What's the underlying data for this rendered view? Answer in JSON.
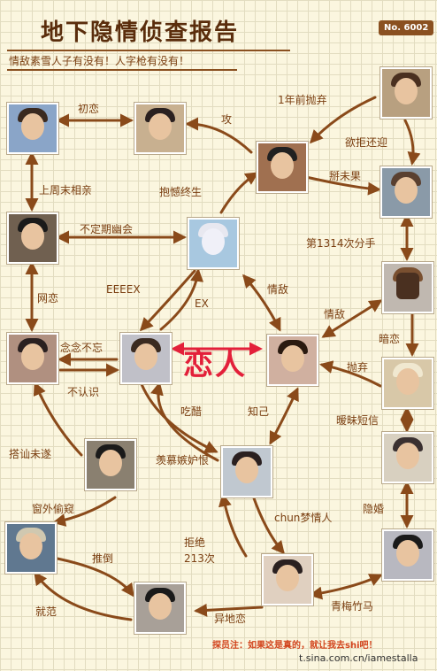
{
  "header": {
    "title": "地下隐情侦查报告",
    "subtitle": "情敌素雪人子有没有！人字枪有没有！",
    "badge": "No. 6002"
  },
  "center_label": "恋人",
  "footnote": "探员注：如果这是真的，就让我去shi吧！",
  "credit": "t.sina.com.cn/iamestalla",
  "edges": [
    {
      "label": "初恋"
    },
    {
      "label": "攻"
    },
    {
      "label": "1年前抛弃"
    },
    {
      "label": "欲拒还迎"
    },
    {
      "label": "上周末相亲"
    },
    {
      "label": "抱憾终生"
    },
    {
      "label": "掰未果"
    },
    {
      "label": "不定期幽会"
    },
    {
      "label": "第1314次分手"
    },
    {
      "label": "网恋"
    },
    {
      "label": "EEEEX"
    },
    {
      "label": "EX"
    },
    {
      "label": "情敌"
    },
    {
      "label": "情敌"
    },
    {
      "label": "暗恋"
    },
    {
      "label": "念念不忘"
    },
    {
      "label": "不认识"
    },
    {
      "label": "抛弃"
    },
    {
      "label": "吃醋"
    },
    {
      "label": "知己"
    },
    {
      "label": "暧昧短信"
    },
    {
      "label": "搭讪未遂"
    },
    {
      "label": "羡慕嫉妒恨"
    },
    {
      "label": "窗外偷窥"
    },
    {
      "label": "chun梦情人"
    },
    {
      "label": "隐婚"
    },
    {
      "label": "推倒"
    },
    {
      "label": "拒绝213次"
    },
    {
      "label": "就范"
    },
    {
      "label": "异地恋"
    },
    {
      "label": "青梅竹马"
    }
  ]
}
